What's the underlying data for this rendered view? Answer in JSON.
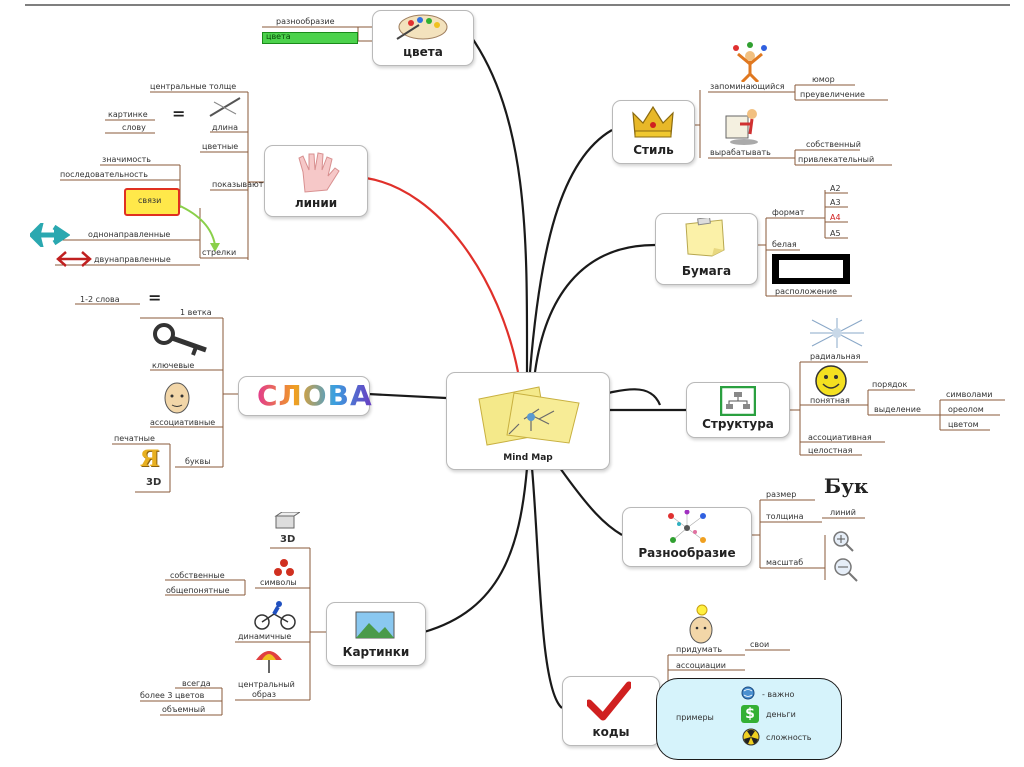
{
  "center": {
    "label": "Mind Map"
  },
  "colors": {
    "line": "#1a1a1a",
    "red_branch": "#e0302a",
    "sub_line": "#8a5a3a",
    "highlight_green": "#4cd24c",
    "highlight_yellow": "#ffe84a",
    "cloud_fill": "#d6f3fb",
    "red_a4": "#d02020"
  },
  "branches": {
    "colors": {
      "label": "цвета",
      "items": [
        "разнообразие",
        "цвета",
        "цвета"
      ]
    },
    "lines": {
      "label": "линии",
      "items": [
        "центральные толще",
        "картинке",
        "слову",
        "длина",
        "цветные",
        "значимость",
        "последовательность",
        "связи",
        "показывают",
        "однонаправленные",
        "двунаправленные",
        "стрелки"
      ],
      "eq": "="
    },
    "words": {
      "label": "СЛОВА",
      "items": [
        "1-2 слова",
        "1 ветка",
        "ключевые",
        "ассоциативные",
        "печатные",
        "буквы",
        "3D"
      ],
      "eq": "="
    },
    "pictures": {
      "label": "Картинки",
      "items": [
        "3D",
        "символы",
        "собственные",
        "общепонятные",
        "динамичные",
        "всегда",
        "более 3 цветов",
        "объемный",
        "центральный",
        "образ"
      ]
    },
    "style": {
      "label": "Стиль",
      "items": [
        "запоминающийся",
        "юмор",
        "преувеличение",
        "вырабатывать",
        "собственный",
        "привлекательный"
      ]
    },
    "paper": {
      "label": "Бумага",
      "items": [
        "формат",
        "А2",
        "А3",
        "А4",
        "А5",
        "белая",
        "расположение"
      ]
    },
    "structure": {
      "label": "Структура",
      "items": [
        "радиальная",
        "понятная",
        "порядок",
        "выделение",
        "символами",
        "ореолом",
        "цветом",
        "ассоциативная",
        "целостная"
      ]
    },
    "variety": {
      "label": "Разнообразие",
      "items": [
        "размер",
        "толщина",
        "линий",
        "масштаб"
      ],
      "buk": "Бук"
    },
    "codes": {
      "label": "коды",
      "items": [
        "придумать",
        "свои",
        "ассоциации",
        "примеры",
        "- важно",
        "деньги",
        "сложность"
      ]
    }
  }
}
